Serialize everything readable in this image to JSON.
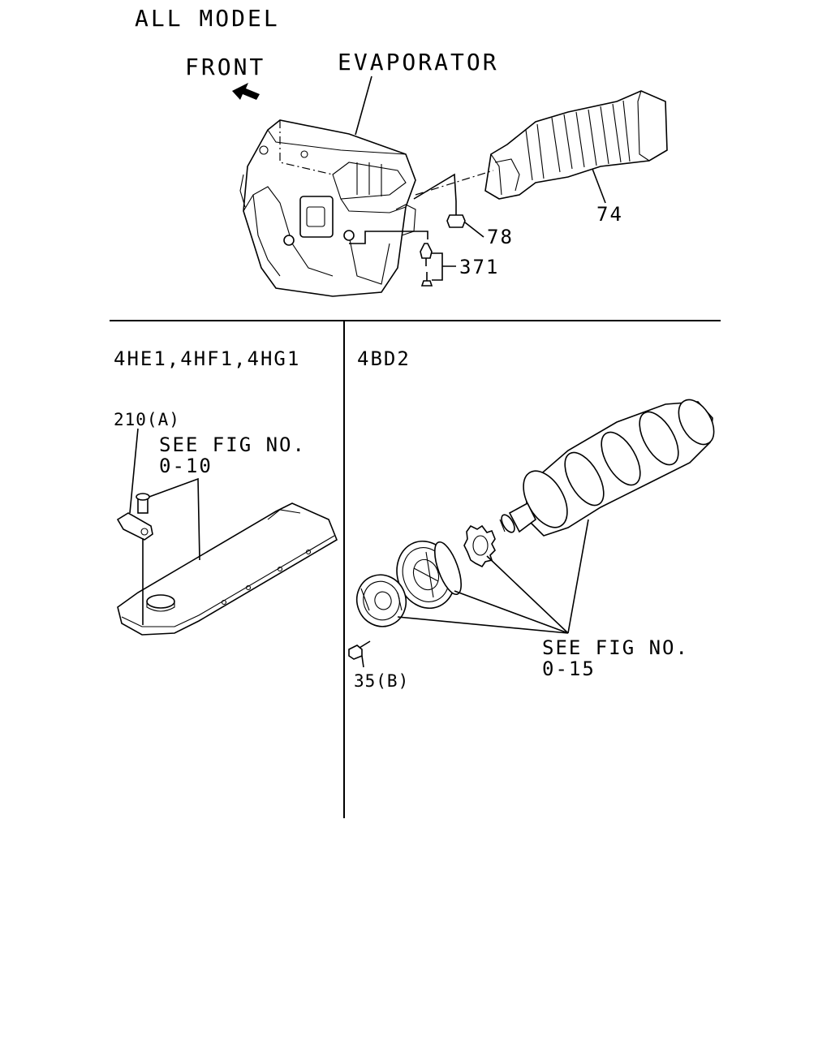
{
  "header": {
    "title": "ALL MODEL"
  },
  "top_section": {
    "front_label": "FRONT",
    "evaporator_label": "EVAPORATOR",
    "callouts": {
      "duct": "74",
      "bolt": "78",
      "clip": "371"
    }
  },
  "left_section": {
    "models": "4HE1,4HF1,4HG1",
    "part_ref": "210(A)",
    "see_fig_line1": "SEE FIG NO.",
    "see_fig_line2": "0-10"
  },
  "right_section": {
    "model": "4BD2",
    "part_ref": "35(B)",
    "see_fig_line1": "SEE FIG NO.",
    "see_fig_line2": "0-15"
  },
  "icons": [
    "arrow-front-icon"
  ],
  "colors": {
    "ink": "#000000",
    "paper": "#ffffff"
  }
}
